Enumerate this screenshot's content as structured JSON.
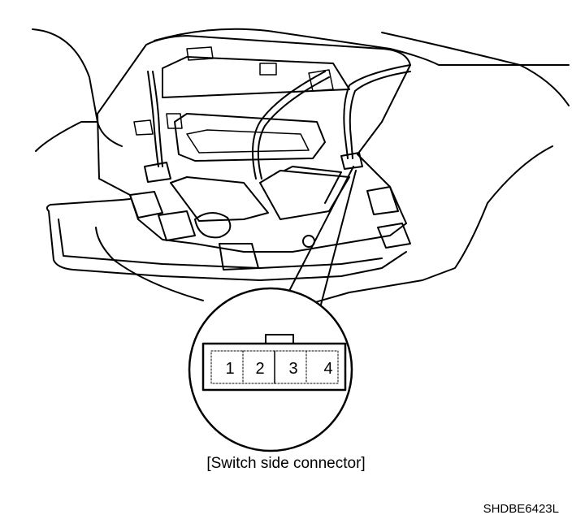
{
  "figure": {
    "connector": {
      "pins": [
        "1",
        "2",
        "3",
        "4"
      ]
    },
    "caption": "[Switch side connector]",
    "reference_code": "SHDBE6423L"
  }
}
